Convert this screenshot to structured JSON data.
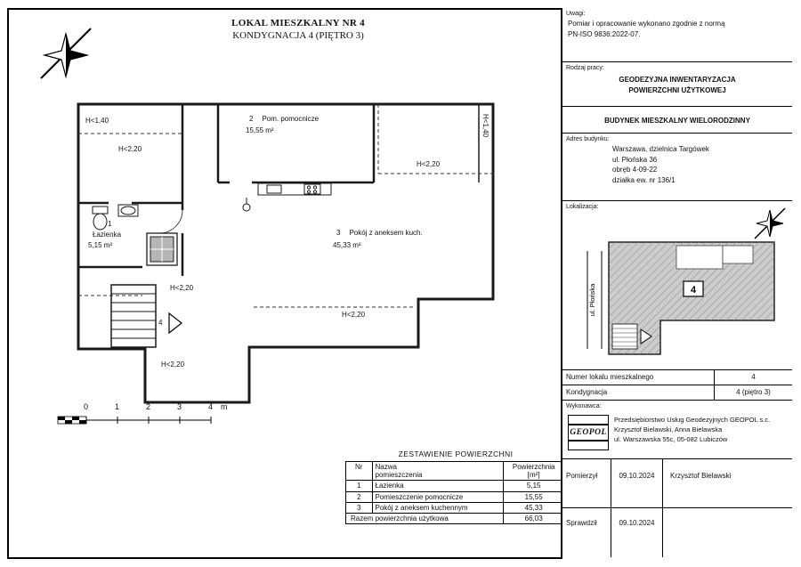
{
  "title": {
    "line1": "LOKAL MIESZKALNY NR 4",
    "line2": "KONDYGNACJA 4 (PIĘTRO 3)"
  },
  "plan": {
    "h140_topleft": "H<1,40",
    "h220_topleft": "H<2,20",
    "room2_nr": "2",
    "room2_name": "Pom. pomocnicze",
    "room2_area": "15,55 m²",
    "h220_topright": "H<2,20",
    "h140_right": "H<1,40",
    "room1_nr": "1",
    "room1_name": "Łazienka",
    "room1_area": "5,15 m²",
    "room3_nr": "3",
    "room3_name": "Pokój z aneksem kuch.",
    "room3_area": "45,33 m²",
    "h220_hall": "H<2,20",
    "h220_lower": "H<2,20",
    "h220_bottom": "H<2,20",
    "entry_nr": "4",
    "scale_ticks": [
      "0",
      "1",
      "2",
      "3",
      "4"
    ],
    "scale_unit": "m"
  },
  "area_table": {
    "title": "ZESTAWIENIE POWIERZCHNI",
    "col_nr": "Nr",
    "col_name_1": "Nazwa",
    "col_name_2": "pomieszczenia",
    "col_area_1": "Powierzchnia",
    "col_area_2": "[m²]",
    "rows": [
      {
        "nr": "1",
        "name": "Łazienka",
        "area": "5,15"
      },
      {
        "nr": "2",
        "name": "Pomieszczenie pomocnicze",
        "area": "15,55"
      },
      {
        "nr": "3",
        "name": "Pokój z aneksem kuchennym",
        "area": "45,33"
      }
    ],
    "total_label": "Razem powierzchnia użytkowa",
    "total_value": "66,03"
  },
  "panel": {
    "uwagi_label": "Uwagi:",
    "uwagi_line1": "Pomiar i opracowanie wykonano zgodnie z normą",
    "uwagi_line2": "PN-ISO 9836:2022-07.",
    "rodzaj_label": "Rodzaj pracy:",
    "rodzaj_line1": "GEODEZYJNA INWENTARYZACJA",
    "rodzaj_line2": "POWIERZCHNI UŻYTKOWEJ",
    "building_type": "BUDYNEK MIESZKALNY WIELORODZINNY",
    "adres_label": "Adres budynku:",
    "adres_lines": [
      "Warszawa, dzielnica Targówek",
      "ul. Płońska 36",
      "obręb 4-09-22",
      "działka ew. nr 136/1"
    ],
    "lokalizacja_label": "Lokalizacja:",
    "street_name": "ul. Płońska",
    "map_unit": "4",
    "row_lokal_label": "Numer lokalu mieszkalnego",
    "row_lokal_value": "4",
    "row_kond_label": "Kondygnacja",
    "row_kond_value": "4 (piętro 3)",
    "wykonawca_label": "Wykonawca:",
    "logo_text": "GEOPOL",
    "wykonawca_lines": [
      "Przedsiębiorstwo Usług Geodezyjnych GEOPOL s.c.",
      "Krzysztof Bielawski, Anna Bielawska",
      "ul. Warszawska 55c, 05-082 Lubiczów"
    ],
    "pomierzyl_label": "Pomierzył",
    "pomierzyl_date": "09.10.2024",
    "pomierzyl_name": "Krzysztof Bielawski",
    "sprawdzil_label": "Sprawdził",
    "sprawdzil_date": "09.10.2024"
  },
  "colors": {
    "wall": "#1a1a1a",
    "map_fill": "#cccccc"
  }
}
